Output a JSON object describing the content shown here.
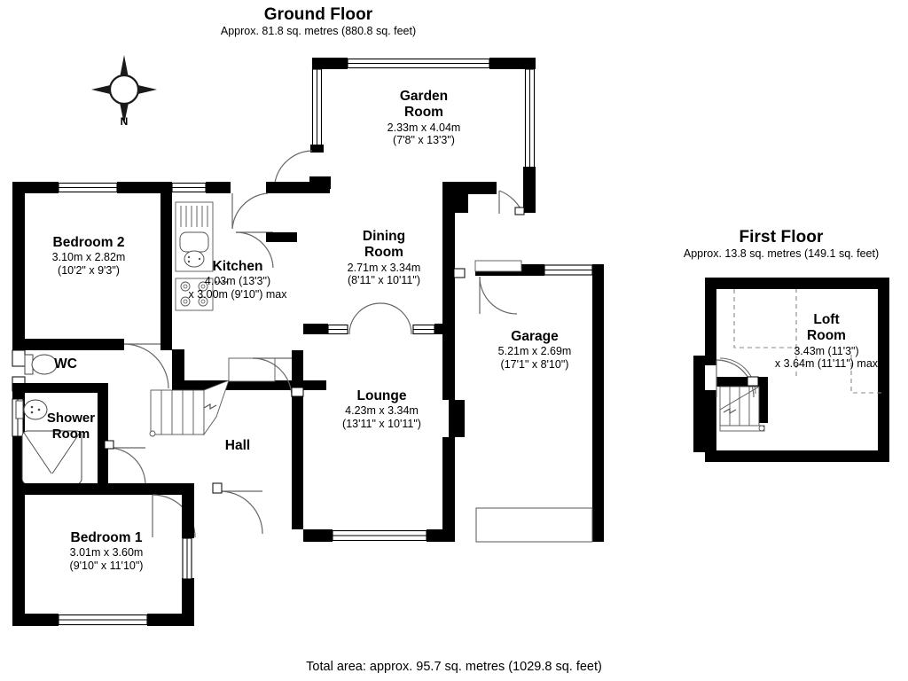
{
  "document": {
    "type": "floor-plan",
    "total_area": "Total area: approx. 95.7 sq. metres (1029.8 sq. feet)"
  },
  "compass": {
    "label": "N",
    "icon": "compass-rose-icon"
  },
  "floors": [
    {
      "id": "ground-floor",
      "title": "Ground Floor",
      "subtitle": "Approx. 81.8 sq. metres (880.8 sq. feet)",
      "rooms": [
        {
          "id": "garden-room",
          "name_line1": "Garden",
          "name_line2": "Room",
          "dim_metric": "2.33m x 4.04m",
          "dim_imperial": "(7'8\" x 13'3\")"
        },
        {
          "id": "bedroom-2",
          "name_line1": "Bedroom 2",
          "name_line2": "",
          "dim_metric": "3.10m x 2.82m",
          "dim_imperial": "(10'2\" x 9'3\")"
        },
        {
          "id": "kitchen",
          "name_line1": "Kitchen",
          "name_line2": "",
          "dim_metric": "4.03m (13'3\")",
          "dim_imperial": "x 3.00m (9'10\") max"
        },
        {
          "id": "dining-room",
          "name_line1": "Dining",
          "name_line2": "Room",
          "dim_metric": "2.71m x 3.34m",
          "dim_imperial": "(8'11\" x 10'11\")"
        },
        {
          "id": "garage",
          "name_line1": "Garage",
          "name_line2": "",
          "dim_metric": "5.21m x 2.69m",
          "dim_imperial": "(17'1\" x 8'10\")"
        },
        {
          "id": "lounge",
          "name_line1": "Lounge",
          "name_line2": "",
          "dim_metric": "4.23m x 3.34m",
          "dim_imperial": "(13'11\" x 10'11\")"
        },
        {
          "id": "wc",
          "name_line1": "WC",
          "name_line2": "",
          "dim_metric": "",
          "dim_imperial": ""
        },
        {
          "id": "shower-room",
          "name_line1": "Shower",
          "name_line2": "Room",
          "dim_metric": "",
          "dim_imperial": ""
        },
        {
          "id": "hall",
          "name_line1": "Hall",
          "name_line2": "",
          "dim_metric": "",
          "dim_imperial": ""
        },
        {
          "id": "bedroom-1",
          "name_line1": "Bedroom 1",
          "name_line2": "",
          "dim_metric": "3.01m x 3.60m",
          "dim_imperial": "(9'10\" x 11'10\")"
        }
      ]
    },
    {
      "id": "first-floor",
      "title": "First Floor",
      "subtitle": "Approx. 13.8 sq. metres (149.1 sq. feet)",
      "rooms": [
        {
          "id": "loft-room",
          "name_line1": "Loft",
          "name_line2": "Room",
          "dim_metric": "3.43m (11'3\")",
          "dim_imperial": "x 3.64m (11'11\") max"
        }
      ]
    }
  ],
  "colors": {
    "wall": "#000000",
    "background": "#ffffff",
    "fixture_line": "#555555",
    "eaves_dash": "#999999"
  }
}
